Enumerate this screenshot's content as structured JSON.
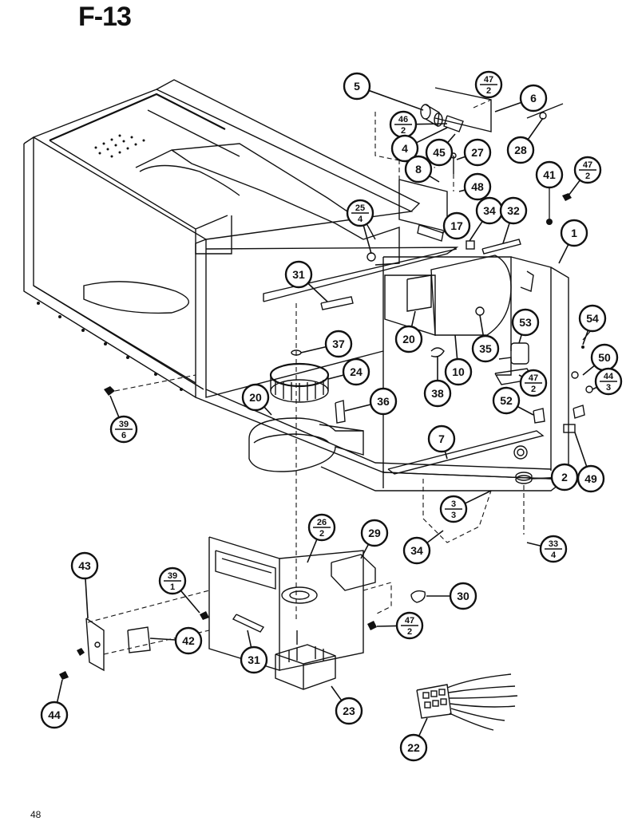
{
  "figure": {
    "title": "F-13",
    "page_number": "48"
  },
  "callouts": [
    {
      "id": "c5",
      "label": "5"
    },
    {
      "id": "c47a",
      "label": "47",
      "sub": "2"
    },
    {
      "id": "c6",
      "label": "6"
    },
    {
      "id": "c46",
      "label": "46",
      "sub": "2"
    },
    {
      "id": "c4",
      "label": "4"
    },
    {
      "id": "c45",
      "label": "45"
    },
    {
      "id": "c27",
      "label": "27"
    },
    {
      "id": "c28",
      "label": "28"
    },
    {
      "id": "c8",
      "label": "8"
    },
    {
      "id": "c48a",
      "label": "48"
    },
    {
      "id": "c41",
      "label": "41"
    },
    {
      "id": "c47b",
      "label": "47",
      "sub": "2"
    },
    {
      "id": "c25",
      "label": "25",
      "sub": "4"
    },
    {
      "id": "c34a",
      "label": "34"
    },
    {
      "id": "c32",
      "label": "32"
    },
    {
      "id": "c1",
      "label": "1"
    },
    {
      "id": "c17",
      "label": "17"
    },
    {
      "id": "c31a",
      "label": "31"
    },
    {
      "id": "c37",
      "label": "37"
    },
    {
      "id": "c20a",
      "label": "20"
    },
    {
      "id": "c35",
      "label": "35"
    },
    {
      "id": "c53",
      "label": "53"
    },
    {
      "id": "c54",
      "label": "54"
    },
    {
      "id": "c50",
      "label": "50"
    },
    {
      "id": "c44a",
      "label": "44",
      "sub": "3"
    },
    {
      "id": "c47c",
      "label": "47",
      "sub": "2"
    },
    {
      "id": "c10",
      "label": "10"
    },
    {
      "id": "c24",
      "label": "24"
    },
    {
      "id": "c38",
      "label": "38"
    },
    {
      "id": "c52",
      "label": "52"
    },
    {
      "id": "c39a",
      "label": "39",
      "sub": "6"
    },
    {
      "id": "c20b",
      "label": "20"
    },
    {
      "id": "c36",
      "label": "36"
    },
    {
      "id": "c7",
      "label": "7"
    },
    {
      "id": "c2",
      "label": "2"
    },
    {
      "id": "c49",
      "label": "49"
    },
    {
      "id": "c3",
      "label": "3",
      "sub": "3"
    },
    {
      "id": "c34b",
      "label": "34"
    },
    {
      "id": "c33",
      "label": "33",
      "sub": "4"
    },
    {
      "id": "c26",
      "label": "26",
      "sub": "2"
    },
    {
      "id": "c29",
      "label": "29"
    },
    {
      "id": "c43",
      "label": "43"
    },
    {
      "id": "c39b",
      "label": "39",
      "sub": "1"
    },
    {
      "id": "c30",
      "label": "30"
    },
    {
      "id": "c47d",
      "label": "47",
      "sub": "2"
    },
    {
      "id": "c42",
      "label": "42"
    },
    {
      "id": "c31b",
      "label": "31"
    },
    {
      "id": "c44b",
      "label": "44"
    },
    {
      "id": "c23",
      "label": "23"
    },
    {
      "id": "c22",
      "label": "22"
    }
  ]
}
